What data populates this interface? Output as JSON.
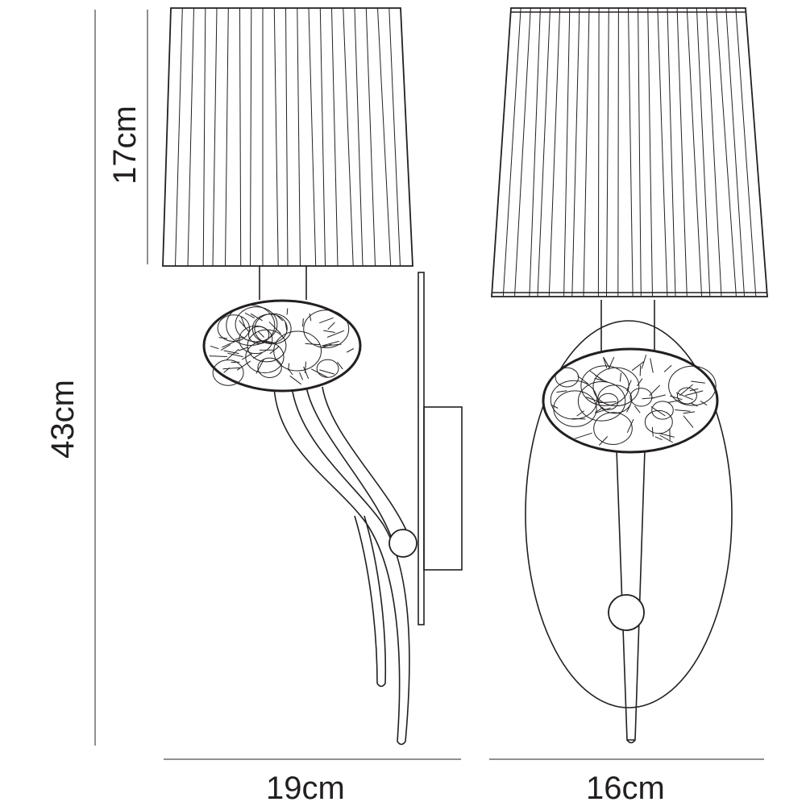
{
  "dimensions": {
    "shade_height": "17cm",
    "total_height": "43cm",
    "side_width": "19cm",
    "front_width": "16cm"
  },
  "colors": {
    "line": "#231f20",
    "background": "#ffffff"
  },
  "views": [
    "side-view",
    "front-view"
  ]
}
